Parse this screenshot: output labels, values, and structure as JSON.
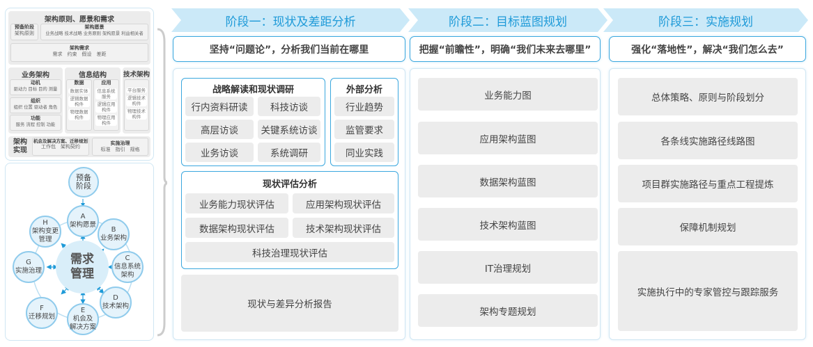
{
  "left_top": {
    "title": "架构原则、愿景和需求",
    "prep": {
      "title": "预备阶段",
      "items": "架构原则"
    },
    "vision": {
      "title": "架构愿景",
      "items": "业务战略 技术战略 业务原则 架构愿景 利益相关者"
    },
    "req": {
      "title": "架构需求",
      "items": "需求　约束　假设　差距"
    },
    "biz": {
      "title": "业务架构",
      "groups": [
        {
          "title": "动机",
          "items": "驱动力 目标 目的 测量"
        },
        {
          "title": "组织",
          "items": "组织 位置 驱动者 角色"
        },
        {
          "title": "功能",
          "items": "服务 流程 控制 功能"
        }
      ]
    },
    "info": {
      "title": "信息结构",
      "data": {
        "title": "数据",
        "items": [
          "数据实体",
          "逻辑数据构件",
          "物理数据构件"
        ]
      },
      "app": {
        "title": "应用",
        "items": [
          "信息系统服务",
          "逻辑应用构件",
          "物理应用构件"
        ]
      }
    },
    "tech": {
      "title": "技术架构",
      "items": [
        "平台服务",
        "逻辑技术构件",
        "物理技术构件"
      ]
    },
    "impl": {
      "title": "架构实现",
      "opp": {
        "title": "机会及解决方案、迁移规划",
        "items": "工作包　架构契约"
      },
      "gov": {
        "title": "实施治理",
        "items": "标准　指引　规格"
      }
    }
  },
  "cycle": {
    "prep": [
      "预备",
      "阶段"
    ],
    "center": [
      "需求",
      "管理"
    ],
    "nodes": [
      {
        "letter": "A",
        "lines": [
          "架构愿景"
        ]
      },
      {
        "letter": "B",
        "lines": [
          "业务架构"
        ]
      },
      {
        "letter": "C",
        "lines": [
          "信息系统",
          "架构"
        ]
      },
      {
        "letter": "D",
        "lines": [
          "技术架构"
        ]
      },
      {
        "letter": "E",
        "lines": [
          "机会及",
          "解决方案"
        ]
      },
      {
        "letter": "F",
        "lines": [
          "迁移规划"
        ]
      },
      {
        "letter": "G",
        "lines": [
          "实施治理"
        ]
      },
      {
        "letter": "H",
        "lines": [
          "架构变更",
          "管理"
        ]
      }
    ]
  },
  "phases": [
    {
      "title": "阶段一：现状及差距分析",
      "subtitle": "坚持“问题论”，分析我们当前在哪里",
      "strategy": {
        "title": "战略解读和现状调研",
        "items": [
          "行内资料研读",
          "科技访谈",
          "高层访谈",
          "关键系统访谈",
          "业务访谈",
          "系统调研"
        ]
      },
      "external": {
        "title": "外部分析",
        "items": [
          "行业趋势",
          "监管要求",
          "同业实践"
        ]
      },
      "assessment": {
        "title": "现状评估分析",
        "items": [
          "业务能力现状评估",
          "应用架构现状评估",
          "数据架构现状评估",
          "技术架构现状评估",
          "科技治理现状评估"
        ]
      },
      "report": "现状与差异分析报告"
    },
    {
      "title": "阶段二：目标蓝图规划",
      "subtitle": "把握“前瞻性”，明确“我们未来去哪里”",
      "items": [
        "业务能力图",
        "应用架构蓝图",
        "数据架构蓝图",
        "技术架构蓝图",
        "IT治理规划",
        "架构专题规划"
      ]
    },
    {
      "title": "阶段三：实施规划",
      "subtitle": "强化“落地性”，解决“我们怎么去”",
      "items": [
        "总体策略、原则与阶段划分",
        "各条线实施路径线路图",
        "项目群实施路径与重点工程提炼",
        "保障机制规划",
        "实施执行中的专家管控与跟踪服务"
      ]
    }
  ],
  "colors": {
    "accent": "#1e9ad8",
    "header_bg": "#cbe9f8",
    "border": "#3aa7de",
    "gray": "#ececec"
  }
}
